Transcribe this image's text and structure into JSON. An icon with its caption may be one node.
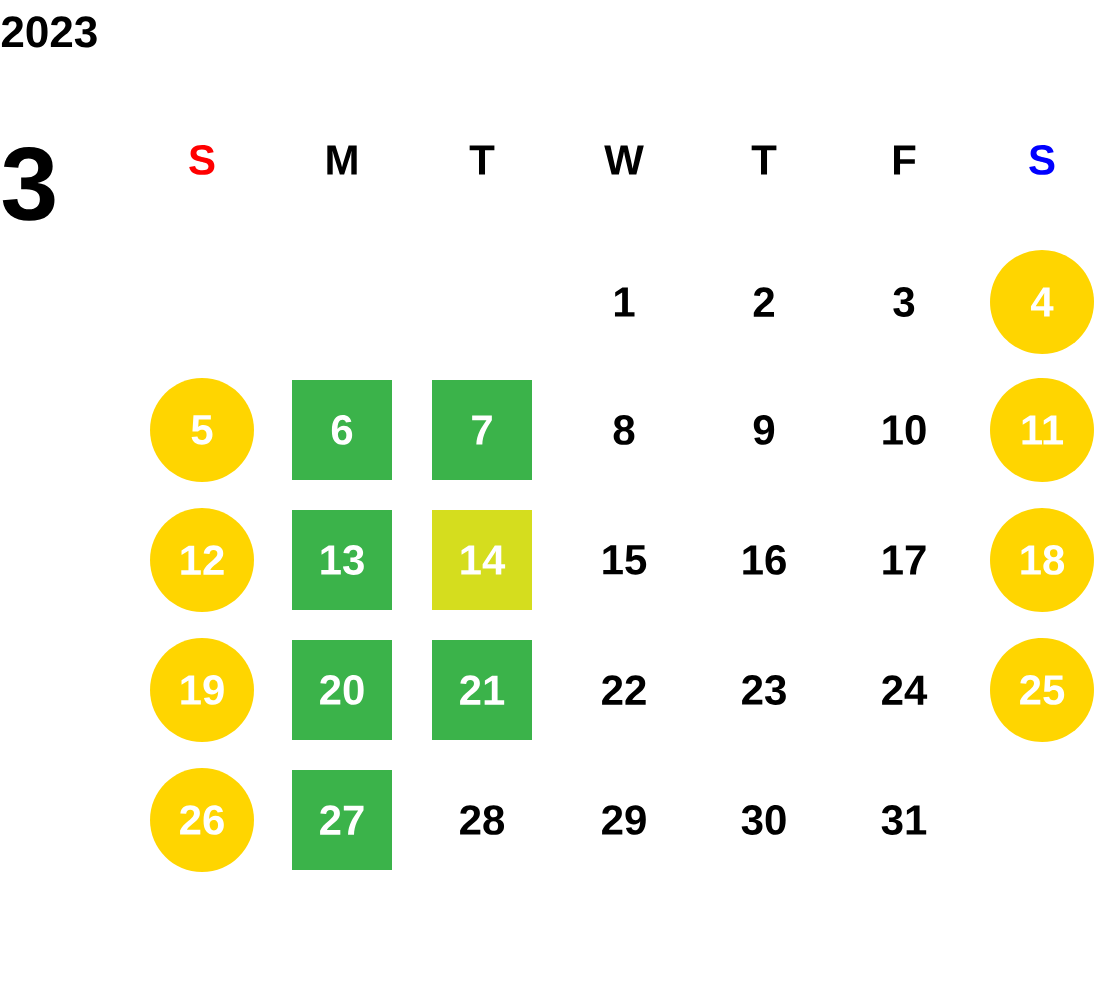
{
  "diagram": {
    "title": "2023",
    "nodes": [
      {
        "text": [
          "4"
        ]
      },
      {
        "text": [
          "5"
        ]
      },
      {
        "text": [
          "6"
        ]
      },
      {
        "text": [
          "7"
        ]
      },
      {
        "text": [
          "11"
        ]
      },
      {
        "text": [
          "12"
        ]
      },
      {
        "text": [
          "13"
        ]
      },
      {
        "text": [
          "14"
        ]
      },
      {
        "text": [
          "18"
        ]
      },
      {
        "text": [
          "19"
        ]
      },
      {
        "text": [
          "20"
        ]
      },
      {
        "text": [
          "21"
        ]
      },
      {
        "text": [
          "25"
        ]
      },
      {
        "text": [
          "26"
        ]
      },
      {
        "text": [
          "27"
        ]
      }
    ],
    "labels": [
      "3",
      "S",
      "M",
      "T",
      "W",
      "T",
      "F",
      "S",
      "1",
      "2",
      "3",
      "8",
      "9",
      "10",
      "15",
      "16",
      "17",
      "22",
      "23",
      "24",
      "28",
      "29",
      "30",
      "31"
    ]
  }
}
